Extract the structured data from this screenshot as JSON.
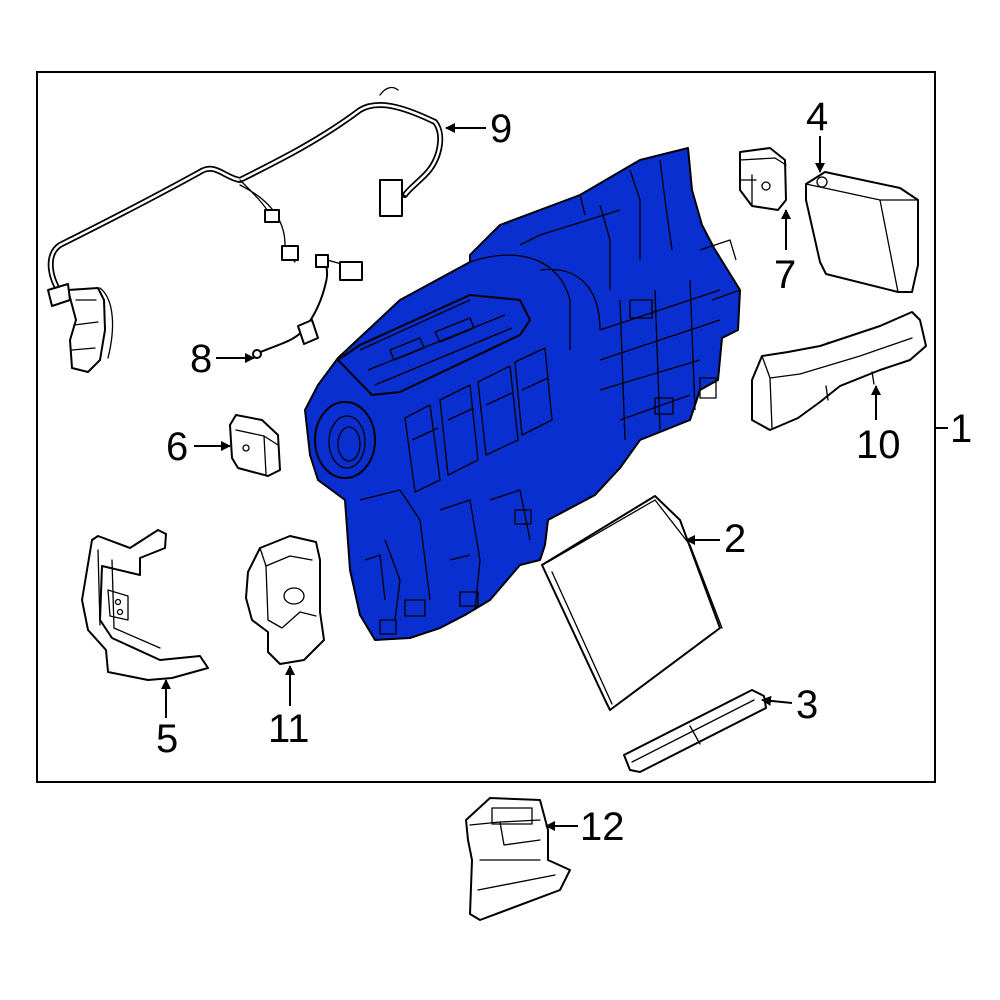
{
  "callouts": {
    "c1": "1",
    "c2": "2",
    "c3": "3",
    "c4": "4",
    "c5": "5",
    "c6": "6",
    "c7": "7",
    "c8": "8",
    "c9": "9",
    "c10": "10",
    "c11": "11",
    "c12": "12"
  },
  "colors": {
    "highlight": "#0a2fd0",
    "outline": "#000000",
    "background": "#ffffff"
  }
}
